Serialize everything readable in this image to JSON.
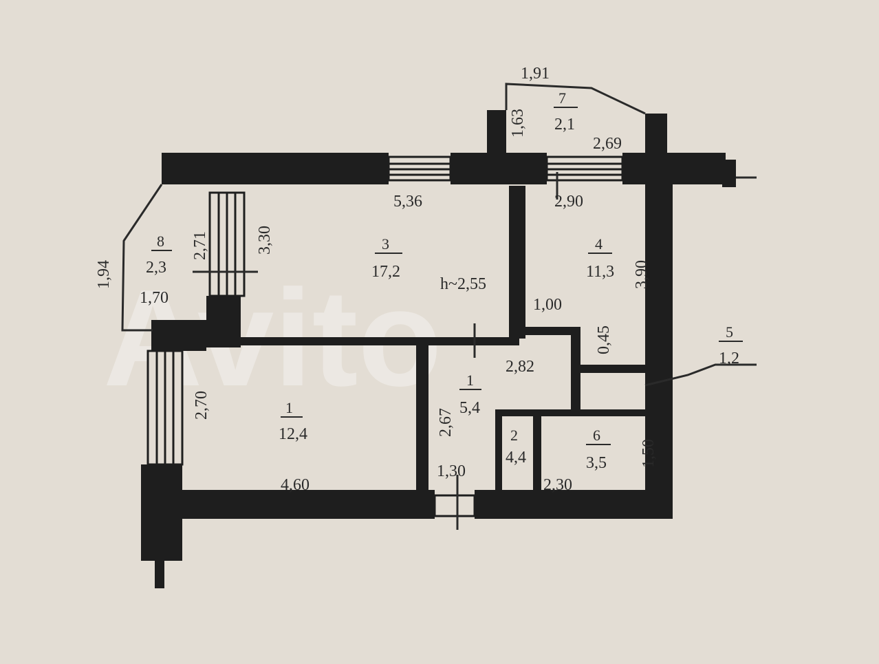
{
  "plan": {
    "dimensions": {
      "top_balcony_width": "1,91",
      "top_balcony_depth": "1,63",
      "top_balcony_right": "2,69",
      "room3_top": "5,36",
      "room3_left": "3,30",
      "room3_left_inner": "2,71",
      "left_balcony_height": "1,94",
      "left_balcony_width": "1,70",
      "ceiling": "h~2,55",
      "room4_top": "2,90",
      "room4_right": "3,90",
      "corridor_width": "1,00",
      "corridor_notch": "0,45",
      "hall_length": "2,82",
      "room1_left": "2,70",
      "room1_bottom": "4,60",
      "hall_left": "2,67",
      "hall_bottom": "1,30",
      "room6_right": "1,50",
      "room6_bottom": "2,30"
    },
    "rooms": [
      {
        "id": "1",
        "number": "1",
        "area": "12,4"
      },
      {
        "id": "3",
        "number": "3",
        "area": "17,2"
      },
      {
        "id": "4",
        "number": "4",
        "area": "11,3"
      },
      {
        "id": "hall",
        "number": "1",
        "area": "5,4"
      },
      {
        "id": "2",
        "number": "2",
        "area": "4,4"
      },
      {
        "id": "6",
        "number": "6",
        "area": "3,5"
      },
      {
        "id": "5",
        "number": "5",
        "area": "1,2"
      },
      {
        "id": "7",
        "number": "7",
        "area": "2,1"
      },
      {
        "id": "8",
        "number": "8",
        "area": "2,3"
      }
    ],
    "watermark": "Avito",
    "colors": {
      "paper": "#e3ddd4",
      "wall": "#1e1e1e",
      "ink": "#2a2a2a"
    }
  }
}
